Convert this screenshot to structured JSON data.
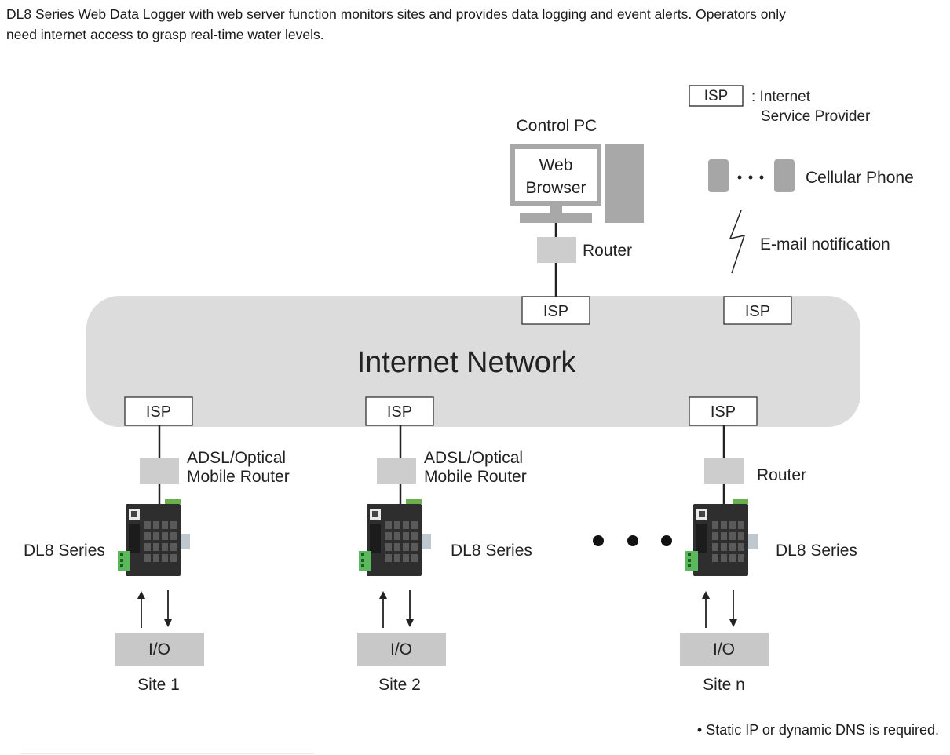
{
  "intro": {
    "line1": "DL8 Series Web Data Logger with web server function monitors sites and provides data logging and event alerts. Operators only",
    "line2": "need internet access to grasp real-time water levels."
  },
  "legend": {
    "isp_box": "ISP",
    "isp_desc_1": ": Internet",
    "isp_desc_2": "Service Provider",
    "cellular": "Cellular Phone",
    "email": "E-mail notification"
  },
  "control": {
    "title": "Control PC",
    "browser_1": "Web",
    "browser_2": "Browser",
    "router": "Router",
    "isp": "ISP",
    "isp_right": "ISP"
  },
  "network": {
    "label": "Internet Network"
  },
  "sites": [
    {
      "isp": "ISP",
      "router_1": "ADSL/Optical",
      "router_2": "Mobile Router",
      "device": "DL8 Series",
      "io": "I/O",
      "name": "Site 1"
    },
    {
      "isp": "ISP",
      "router_1": "ADSL/Optical",
      "router_2": "Mobile Router",
      "device": "DL8 Series",
      "io": "I/O",
      "name": "Site 2"
    },
    {
      "isp": "ISP",
      "router_1": "Router",
      "router_2": "",
      "device": "DL8 Series",
      "io": "I/O",
      "name": "Site n"
    }
  ],
  "footnote": "• Static IP or dynamic DNS is required.",
  "colors": {
    "network_fill": "#dcdcdc",
    "router_fill": "#cdcdcd",
    "device_body": "#2e2e2e"
  }
}
